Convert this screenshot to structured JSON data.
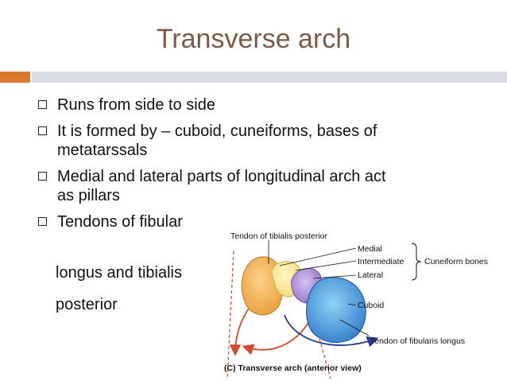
{
  "slide": {
    "title": "Transverse arch",
    "bullets": [
      {
        "line1": "Runs from side to side"
      },
      {
        "line1": "It is formed by – cuboid, cuneiforms, bases of",
        "line2": "metatarssals"
      },
      {
        "line1": "Medial and lateral parts of longitudinal arch act",
        "line2": "as pillars"
      },
      {
        "line1": "Tendons of fibular"
      }
    ],
    "continuation": [
      "longus and tibialis",
      "posterior"
    ],
    "colors": {
      "title": "#7a5a48",
      "accent": "#d9782f",
      "rule": "#d8dce5"
    }
  },
  "figure": {
    "labels": {
      "tibialis_tendon": "Tendon of tibialis posterior",
      "medial": "Medial",
      "intermediate": "Intermediate",
      "lateral": "Lateral",
      "cuneiform_group": "Cuneiform bones",
      "cuboid": "Cuboid",
      "fibularis_tendon": "Tendon of fibularis longus"
    },
    "caption": "(C) Transverse arch (anterior view)"
  }
}
